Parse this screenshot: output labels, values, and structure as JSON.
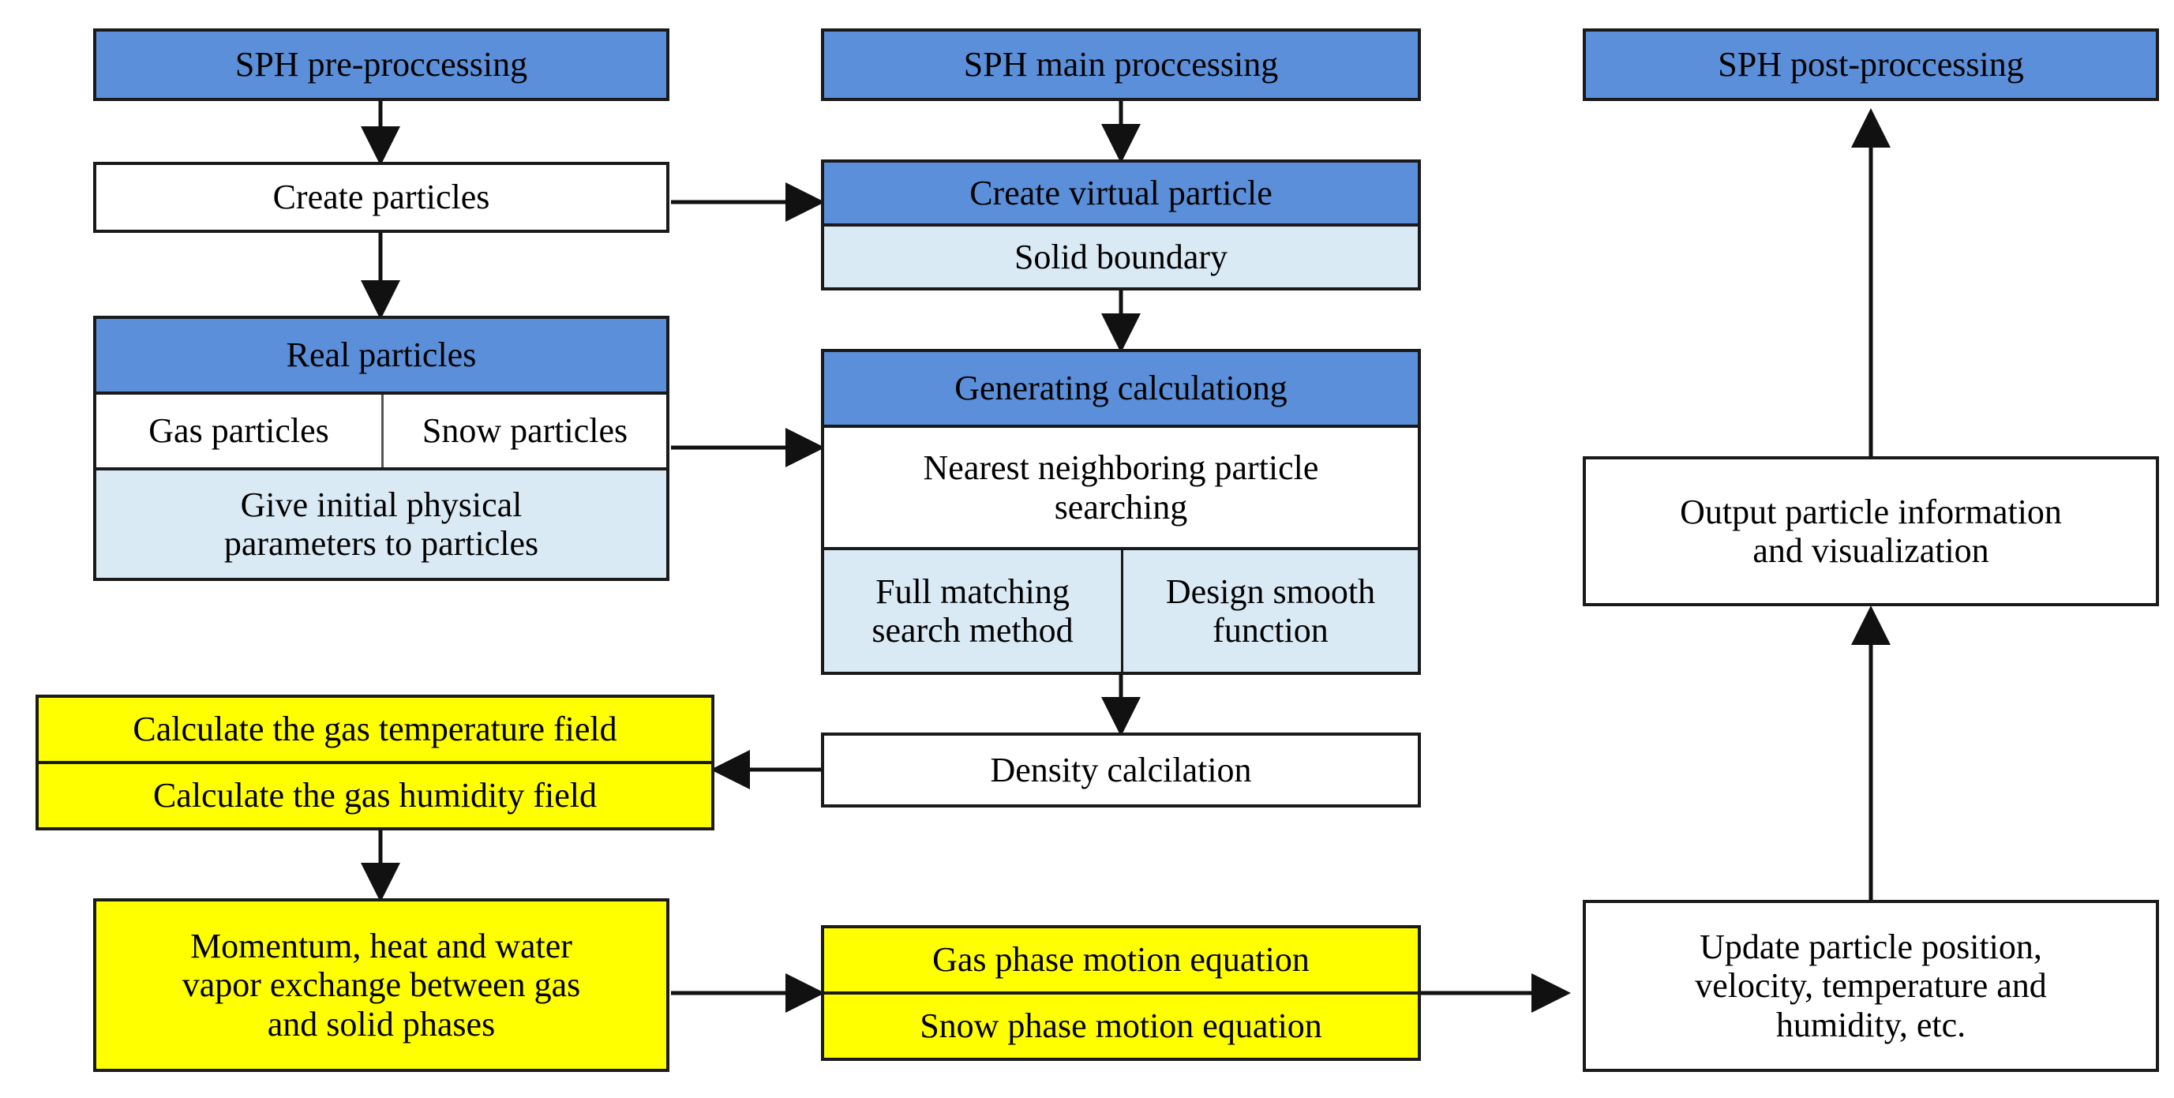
{
  "diagram": {
    "title_pre": "SPH pre-proccessing",
    "title_main": "SPH main proccessing",
    "title_post": "SPH post-proccessing",
    "colors": {
      "header_blue": "#5b8fd9",
      "pale_blue": "#daeaf5",
      "yellow": "#ffff00",
      "white": "#ffffff",
      "border": "#1a1a1a"
    },
    "nodes": {
      "sph_pre": {
        "label": "SPH pre-proccessing"
      },
      "create_particles": {
        "label": "Create particles"
      },
      "real_particles": {
        "header": "Real particles",
        "left": "Gas particles",
        "right": "Snow particles",
        "footer": "Give initial physical\nparameters to particles"
      },
      "sph_main": {
        "label": "SPH main proccessing"
      },
      "create_virtual": {
        "header": "Create virtual particle",
        "footer": "Solid boundary"
      },
      "generating": {
        "header": "Generating calculationg",
        "body": "Nearest neighboring particle\nsearching",
        "left": "Full matching\nsearch method",
        "right": "Design smooth\nfunction"
      },
      "density": {
        "label": "Density calcilation"
      },
      "gas_fields": {
        "top": "Calculate the gas temperature field",
        "bottom": "Calculate the gas humidity field"
      },
      "momentum": {
        "label": "Momentum, heat and water\nvapor exchange between gas\nand solid phases"
      },
      "motion_equations": {
        "top": "Gas phase motion equation",
        "bottom": "Snow phase motion equation"
      },
      "sph_post": {
        "label": "SPH post-proccessing"
      },
      "output": {
        "label": "Output particle information\nand visualization"
      },
      "update": {
        "label": "Update particle position,\nvelocity, temperature and\nhumidity, etc."
      }
    },
    "edges": [
      {
        "name": "pre-to-create-particles",
        "from": "sph_pre",
        "to": "create_particles",
        "direction": "down"
      },
      {
        "name": "create-particles-to-real-particles",
        "from": "create_particles",
        "to": "real_particles",
        "direction": "down"
      },
      {
        "name": "create-particles-to-create-virtual",
        "from": "create_particles",
        "to": "create_virtual",
        "direction": "right"
      },
      {
        "name": "real-particles-to-generating",
        "from": "real_particles",
        "to": "generating",
        "direction": "right"
      },
      {
        "name": "main-to-create-virtual",
        "from": "sph_main",
        "to": "create_virtual",
        "direction": "down"
      },
      {
        "name": "create-virtual-to-generating",
        "from": "create_virtual",
        "to": "generating",
        "direction": "down"
      },
      {
        "name": "generating-to-density",
        "from": "generating",
        "to": "density",
        "direction": "down"
      },
      {
        "name": "density-to-gas-fields",
        "from": "density",
        "to": "gas_fields",
        "direction": "left"
      },
      {
        "name": "gas-fields-to-momentum",
        "from": "gas_fields",
        "to": "momentum",
        "direction": "down"
      },
      {
        "name": "momentum-to-motion-equations",
        "from": "momentum",
        "to": "motion_equations",
        "direction": "right"
      },
      {
        "name": "motion-equations-to-update",
        "from": "motion_equations",
        "to": "update",
        "direction": "right"
      },
      {
        "name": "update-to-output",
        "from": "update",
        "to": "output",
        "direction": "up"
      },
      {
        "name": "output-to-post",
        "from": "output",
        "to": "sph_post",
        "direction": "up"
      }
    ]
  }
}
